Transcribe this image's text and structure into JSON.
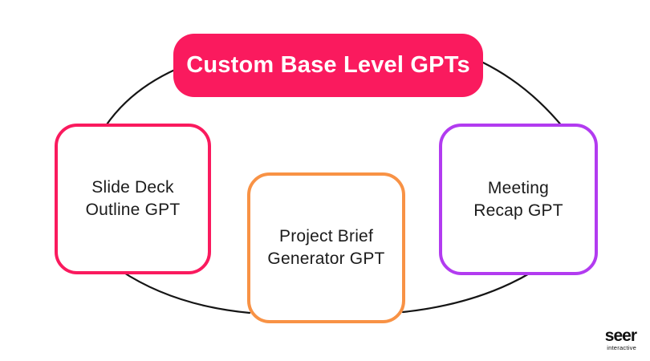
{
  "title": {
    "label": "Custom Base Level GPTs"
  },
  "nodes": [
    {
      "label_line1": "Slide Deck",
      "label_line2": "Outline GPT",
      "border_color": "#FA1A5E"
    },
    {
      "label_line1": "Project Brief",
      "label_line2": "Generator GPT",
      "border_color": "#F89245"
    },
    {
      "label_line1": "Meeting",
      "label_line2": "Recap GPT",
      "border_color": "#B23BF0"
    }
  ],
  "logo": {
    "wordmark": "seer",
    "subtitle": "interactive"
  },
  "colors": {
    "background": "#FFFFFF",
    "title_bg": "#FA1A5E",
    "title_text": "#FFFFFF",
    "node_bg": "#FFFFFF",
    "node_text": "#1B1B1B",
    "connector": "#151515",
    "pink": "#FA1A5E",
    "orange": "#F89245",
    "purple": "#B23BF0",
    "logo_text": "#111111"
  }
}
